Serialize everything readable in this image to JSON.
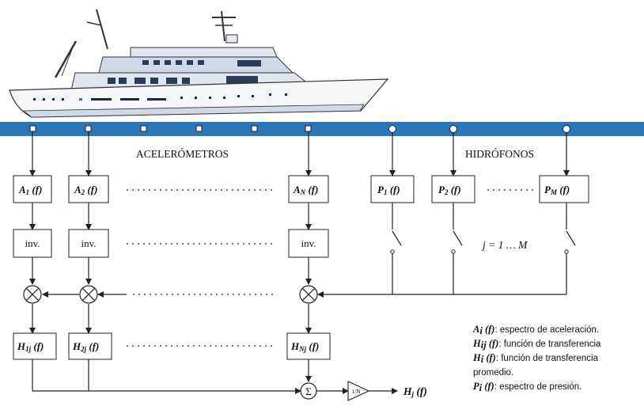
{
  "section_labels": {
    "accelerometers": "ACELERÓMETROS",
    "hydrophones": "HIDRÓFONOS"
  },
  "boxes": {
    "a1": {
      "sym": "A",
      "sub": "1",
      "arg": " (f)"
    },
    "a2": {
      "sym": "A",
      "sub": "2",
      "arg": " (f)"
    },
    "an": {
      "sym": "A",
      "sub": "N",
      "arg": " (f)"
    },
    "p1": {
      "sym": "P",
      "sub": "1",
      "arg": " (f)"
    },
    "p2": {
      "sym": "P",
      "sub": "2",
      "arg": " (f)"
    },
    "pm": {
      "sym": "P",
      "sub": "M",
      "arg": " (f)"
    },
    "inv1": "inv.",
    "inv2": "inv.",
    "invn": "inv.",
    "h1": {
      "sym": "H",
      "sub": "1j",
      "arg": " (f)"
    },
    "h2": {
      "sym": "H",
      "sub": "2j",
      "arg": " (f)"
    },
    "hn": {
      "sym": "H",
      "sub": "Nj",
      "arg": " (f)"
    }
  },
  "switch_index": "j = 1 … M",
  "sum_symbol": "Σ",
  "amp_label": "1/N",
  "output": {
    "sym": "H",
    "sub": "j",
    "arg": " (f)"
  },
  "legend": [
    {
      "sym": "A",
      "sub": "i",
      "arg": " (f)",
      "text": ": espectro de aceleración."
    },
    {
      "sym": "H",
      "sub": "ij",
      "arg": " (f)",
      "text": ": función de transferencia"
    },
    {
      "sym": "H",
      "sub": "i",
      "arg": " (f)",
      "text": ": función de transferencia"
    },
    {
      "sym": "",
      "sub": "",
      "arg": "",
      "text": "promedio."
    },
    {
      "sym": "P",
      "sub": "i",
      "arg": " (f)",
      "text": ": espectro de presión."
    }
  ],
  "colors": {
    "sea": "#2a76b8",
    "hull": "#f4f6f8",
    "deck": "#cfd9e8",
    "window": "#1b2a44"
  }
}
